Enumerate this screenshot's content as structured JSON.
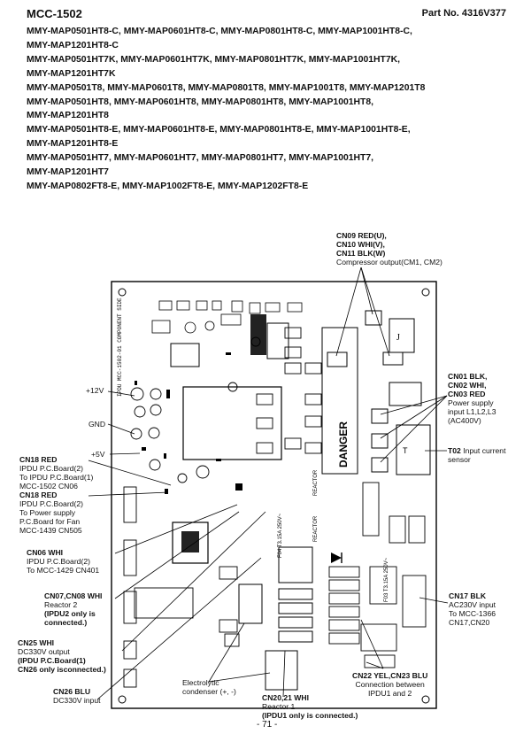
{
  "header": {
    "title": "MCC-1502",
    "part_no": "Part No. 4316V377"
  },
  "models": [
    "MMY-MAP0501HT8-C, MMY-MAP0601HT8-C, MMY-MAP0801HT8-C, MMY-MAP1001HT8-C,",
    "MMY-MAP1201HT8-C",
    "MMY-MAP0501HT7K, MMY-MAP0601HT7K, MMY-MAP0801HT7K, MMY-MAP1001HT7K,",
    "MMY-MAP1201HT7K",
    "MMY-MAP0501T8, MMY-MAP0601T8, MMY-MAP0801T8, MMY-MAP1001T8, MMY-MAP1201T8",
    "MMY-MAP0501HT8, MMY-MAP0601HT8, MMY-MAP0801HT8, MMY-MAP1001HT8,",
    "MMY-MAP1201HT8",
    "MMY-MAP0501HT8-E, MMY-MAP0601HT8-E, MMY-MAP0801HT8-E, MMY-MAP1001HT8-E,",
    "MMY-MAP1201HT8-E",
    "MMY-MAP0501HT7, MMY-MAP0601HT7, MMY-MAP0801HT7, MMY-MAP1001HT7,",
    "MMY-MAP1201HT7",
    "MMY-MAP0802FT8-E, MMY-MAP1002FT8-E, MMY-MAP1202FT8-E"
  ],
  "board": {
    "silk_side": "IPDU  MCC-1502-01  COMPONENT SIDE",
    "danger": "DANGER",
    "reactor": "REACTOR",
    "fuse_f04": "F04  T3.15A 250V~",
    "fuse_f03": "F03  T3.15A 250V~"
  },
  "labels": {
    "cn09": {
      "lines": [
        "CN09 RED(U),",
        "CN10 WHI(V),",
        "CN11 BLK(W)"
      ],
      "desc": [
        "Compressor output(CM1, CM2)"
      ]
    },
    "cn01": {
      "lines": [
        "CN01 BLK,",
        "CN02 WHI,",
        "CN03 RED"
      ],
      "desc": [
        "Power supply",
        "input L1,L2,L3",
        "(AC400V)"
      ]
    },
    "t02": {
      "lines": [
        "T02"
      ],
      "desc": [
        "Input current",
        "sensor"
      ],
      "inline": "Input current"
    },
    "cn17": {
      "lines": [
        "CN17 BLK"
      ],
      "desc": [
        "AC230V input",
        "To MCC-1366",
        "CN17,CN20"
      ]
    },
    "plus12v": "+12V",
    "gnd": "GND",
    "plus5v": "+5V",
    "cn18a": {
      "lines": [
        "CN18 RED"
      ],
      "desc": [
        "IPDU P.C.Board(2)",
        "To IPDU P.C.Board(1)",
        "MCC-1502 CN06"
      ]
    },
    "cn18b": {
      "lines": [
        "CN18 RED"
      ],
      "desc": [
        "IPDU P.C.Board(2)",
        "To Power supply",
        "P.C.Board for Fan",
        "MCC-1439 CN505"
      ]
    },
    "cn06": {
      "lines": [
        "CN06 WHI"
      ],
      "desc": [
        "IPDU P.C.Board(2)",
        "To MCC-1429 CN401"
      ]
    },
    "cn07": {
      "lines": [
        "CN07,CN08 WHI"
      ],
      "desc": [
        "Reactor 2"
      ],
      "bold_desc": [
        "(IPDU2 only is",
        "connected.)"
      ]
    },
    "cn25": {
      "lines": [
        "CN25 WHI"
      ],
      "desc": [
        "DC330V output"
      ],
      "bold_desc": [
        "(IPDU P.C.Board(1)",
        "CN26 only isconnected.)"
      ]
    },
    "cn26": {
      "lines": [
        "CN26 BLU"
      ],
      "desc": [
        "DC330V input"
      ]
    },
    "electrolytic": {
      "desc": [
        "Electrolytic",
        "condenser (+, -)"
      ]
    },
    "cn20": {
      "lines": [
        "CN20,21 WHI"
      ],
      "desc": [
        "Reactor 1"
      ],
      "bold_desc": [
        "(IPDU1 only is connected.)"
      ]
    },
    "cn22": {
      "lines": [
        "CN22 YEL,CN23 BLU"
      ],
      "desc": [
        "Connection between",
        "IPDU1 and 2"
      ]
    }
  },
  "page_number": "- 71 -"
}
